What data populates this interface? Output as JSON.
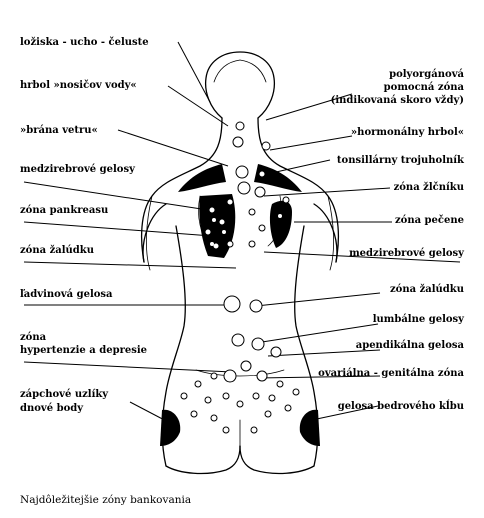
{
  "labels": {
    "left": {
      "loziska": "ložiska - ucho - čeluste",
      "hrbol": "hrbol »nosičov vody«",
      "brana": "»brána vetru«",
      "medzirebrove_left": "medzirebrové gelosy",
      "pankreas": "zóna pankreasu",
      "zaludok_left": "zóna žalúdku",
      "ladvinova": "ľadvinová gelosa",
      "hypertenzia_1": "zóna",
      "hypertenzia_2": "hypertenzie a depresie",
      "zapchove_1": "zápchové uzlíky",
      "zapchove_2": "dnové body"
    },
    "right": {
      "polyorganova_1": "polyorgánová",
      "polyorganova_2": "pomocná zóna",
      "polyorganova_3": "(indikovaná skoro vždy)",
      "hormonalny": "»hormonálny hrbol«",
      "tonsilarny": "tonsillárny trojuholník",
      "zlcnik": "zóna žlčníku",
      "pecene": "zóna pečene",
      "medzirebrove_right": "medzirebrové gelosy",
      "zaludok_right": "zóna žalúdku",
      "lumbalne": "lumbálne gelosy",
      "apendikalna": "apendikálna gelosa",
      "ovarialna": "ovariálna - genitálna zóna",
      "bedrova": "gelosa bedrového kĺbu"
    }
  },
  "caption": "Najdôležitejšie zóny bankovania",
  "colors": {
    "ink": "#000000",
    "paper": "#ffffff"
  }
}
